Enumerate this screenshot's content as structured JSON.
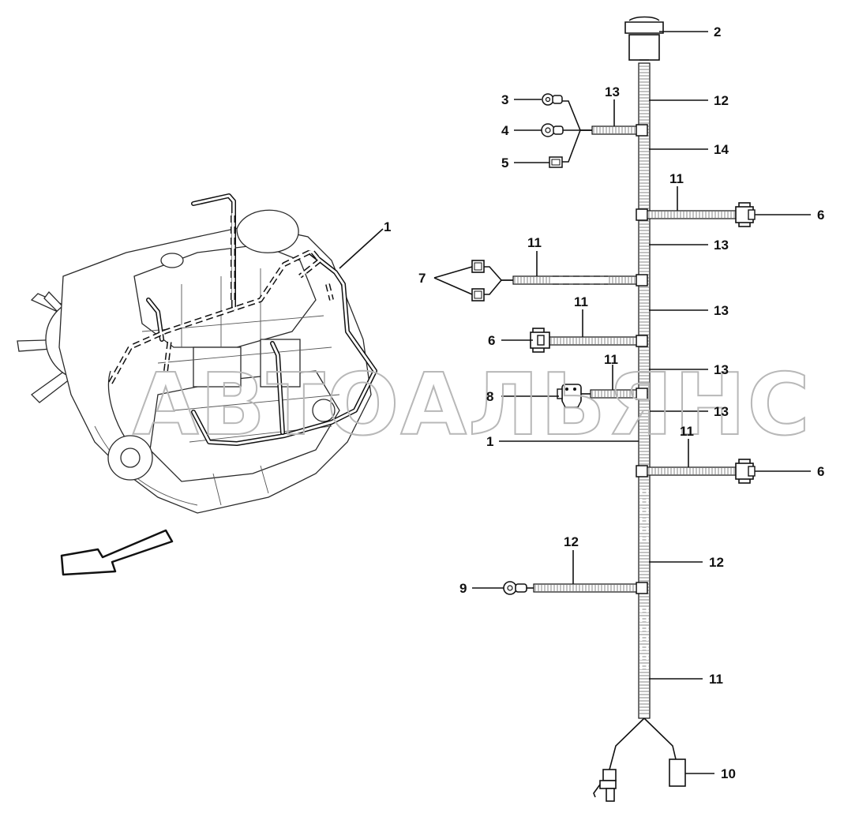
{
  "watermark": "АВТОАЛЬЯНС",
  "callouts": {
    "c1_engine": "1",
    "c2": "2",
    "c3": "3",
    "c4": "4",
    "c5": "5",
    "c6_top": "6",
    "c6_mid": "6",
    "c6_low": "6",
    "c7": "7",
    "c8": "8",
    "c9": "9",
    "c10": "10",
    "c1_trunk": "1",
    "c11_top": "11",
    "c11_a": "11",
    "c11_b": "11",
    "c11_c": "11",
    "c11_d": "11",
    "c11_bottom": "11",
    "c12_top": "12",
    "c12_mid": "12",
    "c12_branch": "12",
    "c13_branch": "13",
    "c13_a": "13",
    "c13_b": "13",
    "c13_c": "13",
    "c13_d": "13",
    "c14": "14"
  },
  "colors": {
    "line": "#111111",
    "watermark": "#b8b8b8",
    "background": "#ffffff"
  },
  "icons": {
    "direction_arrow": "front-direction-arrow-icon"
  }
}
